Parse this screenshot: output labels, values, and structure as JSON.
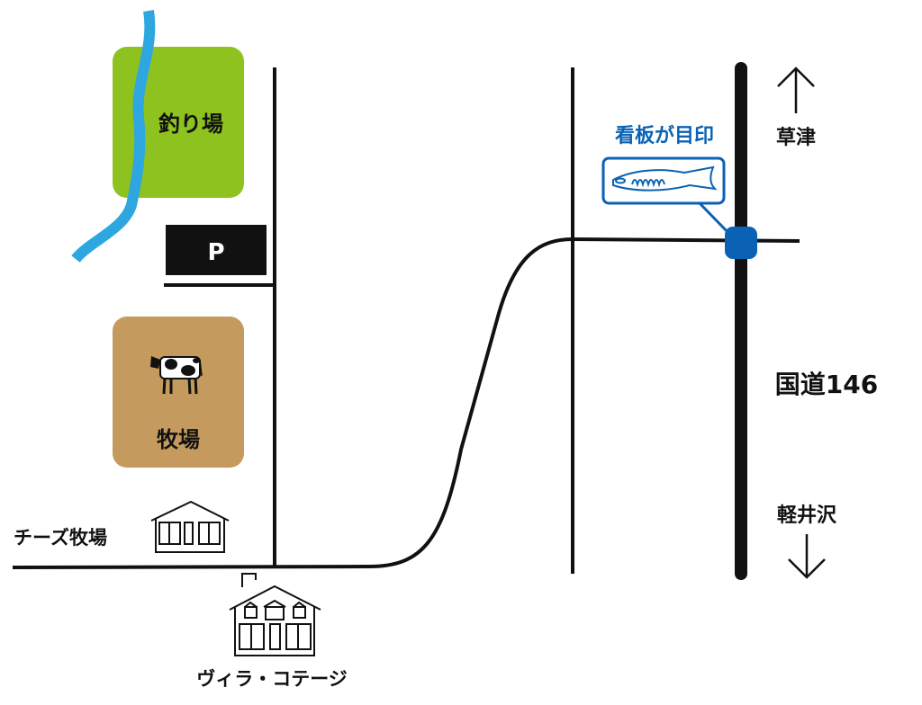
{
  "places": {
    "fishing": "釣り場",
    "parking": "P",
    "ranch": "牧場",
    "cheese_ranch": "チーズ牧場",
    "villa": "ヴィラ・コテージ"
  },
  "landmark": {
    "label": "看板が目印",
    "icon": "fish-sign-icon"
  },
  "directions": {
    "north": "草津",
    "south": "軽井沢"
  },
  "route": "国道146",
  "colors": {
    "fishing_area": "#8dc21f",
    "ranch_area": "#c49a5e",
    "river": "#2ea7e0",
    "sign": "#0b62b5",
    "road": "#111111"
  }
}
